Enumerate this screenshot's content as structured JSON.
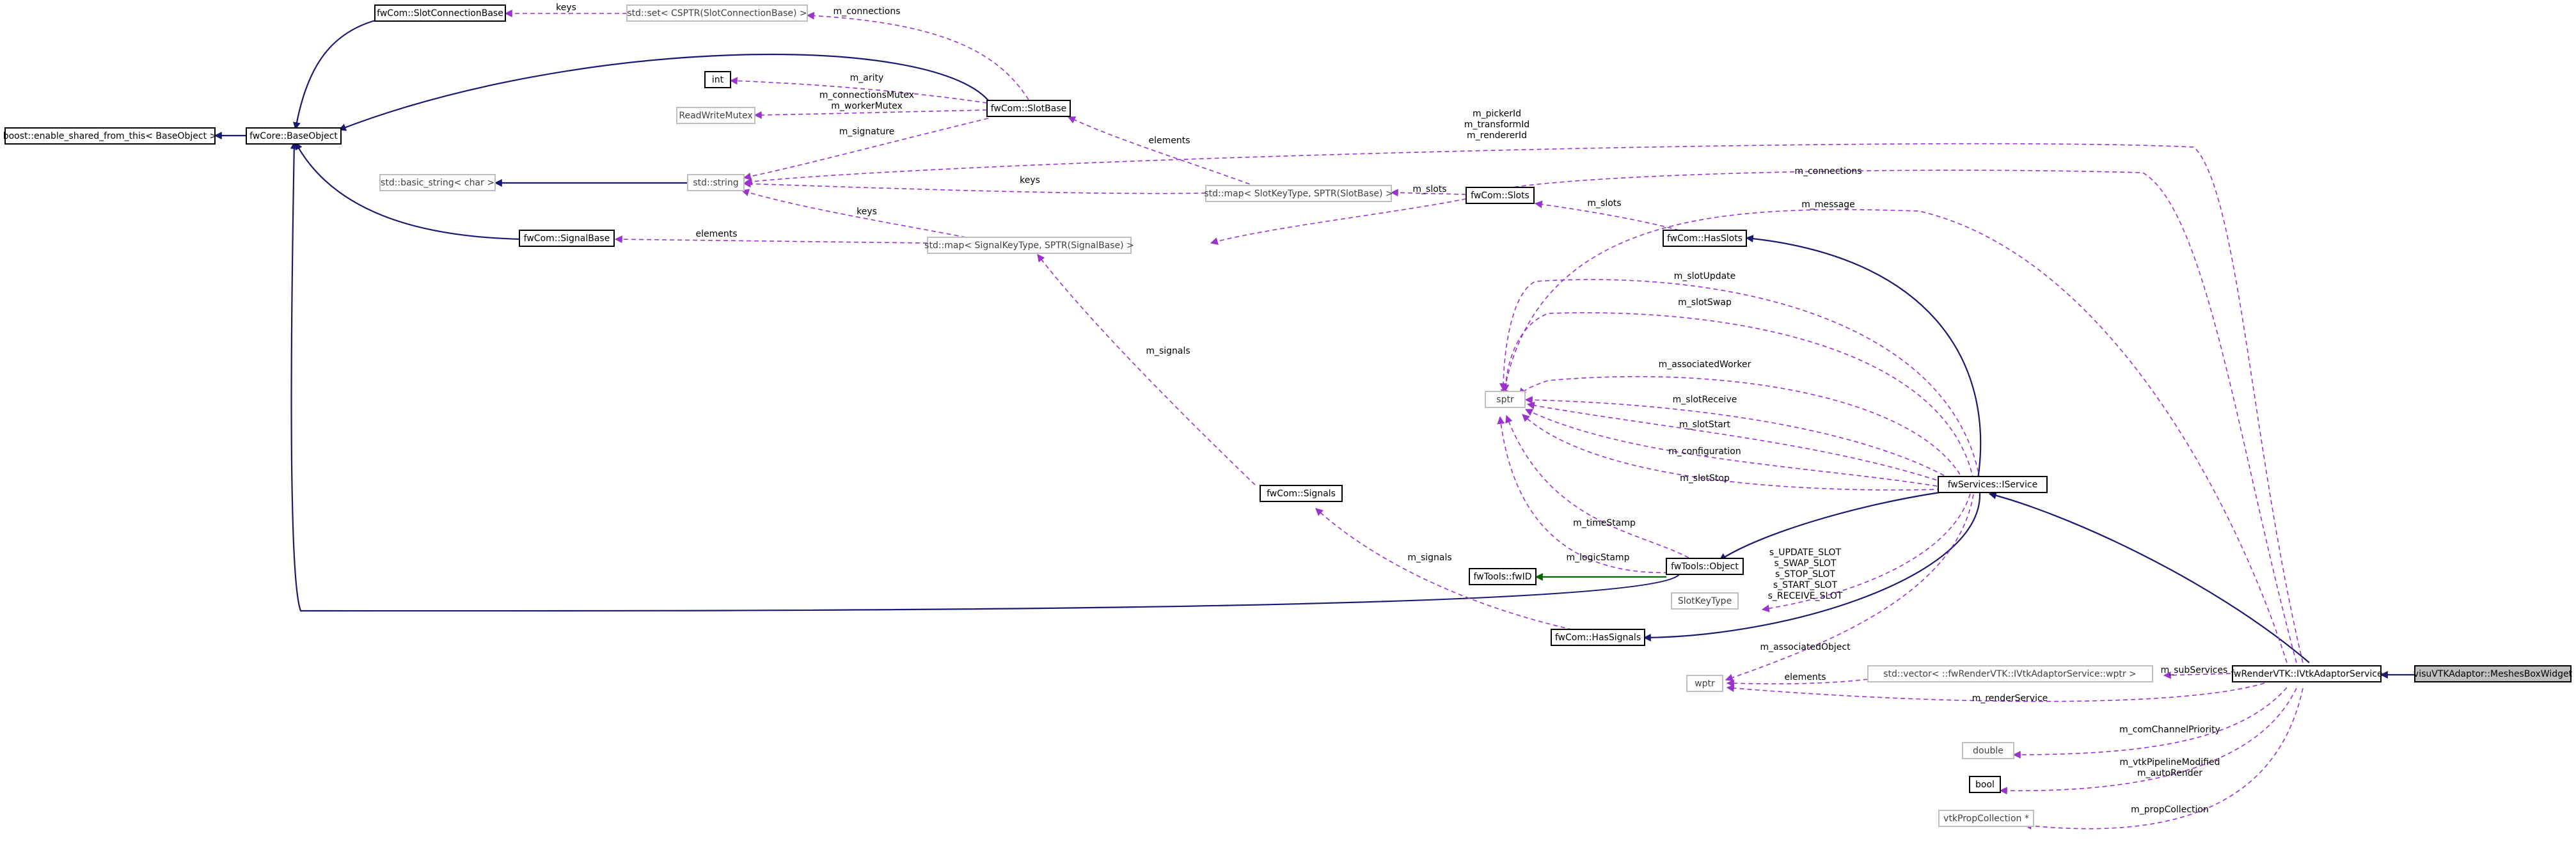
{
  "nodes": {
    "slot_connection_base": "fwCom::SlotConnectionBase",
    "enable_shared": "boost::enable_shared_from_this< BaseObject >",
    "base_object": "fwCore::BaseObject",
    "set_cs": "std::set< CSPTR(SlotConnectionBase) >",
    "int": "int",
    "readwritemutex": "ReadWriteMutex",
    "slot_base": "fwCom::SlotBase",
    "basic_string": "std::basic_string< char >",
    "std_string": "std::string",
    "map_slot": "std::map< SlotKeyType, SPTR(SlotBase) >",
    "slots": "fwCom::Slots",
    "signal_base": "fwCom::SignalBase",
    "map_signal": "std::map< SignalKeyType, SPTR(SignalBase) >",
    "has_slots": "fwCom::HasSlots",
    "sptr": "sptr",
    "signals": "fwCom::Signals",
    "iservice": "fwServices::IService",
    "fwtools_object": "fwTools::Object",
    "fwtools_fwid": "fwTools::fwID",
    "slotkeytype": "SlotKeyType",
    "has_signals": "fwCom::HasSignals",
    "wptr": "wptr",
    "vector_wptr": "std::vector< ::fwRenderVTK::IVtkAdaptorService::wptr >",
    "ivtk": "fwRenderVTK::IVtkAdaptorService",
    "meshes_box": "visuVTKAdaptor::MeshesBoxWidget",
    "double": "double",
    "bool": "bool",
    "vtkprop": "vtkPropCollection *"
  },
  "labels": {
    "keys1": "keys",
    "m_connections1": "m_connections",
    "m_arity": "m_arity",
    "mutex1": "m_connectionsMutex",
    "mutex2": "m_workerMutex",
    "m_signature": "m_signature",
    "elements1": "elements",
    "keys2": "keys",
    "m_slots1": "m_slots",
    "keys3": "keys",
    "elements2": "elements",
    "pick1": "m_pickerId",
    "pick2": "m_transformId",
    "pick3": "m_rendererId",
    "m_connections2": "m_connections",
    "m_message": "m_message",
    "m_slots2": "m_slots",
    "m_slotUpdate": "m_slotUpdate",
    "m_slotSwap": "m_slotSwap",
    "m_signals1": "m_signals",
    "m_associatedWorker": "m_associatedWorker",
    "m_slotReceive": "m_slotReceive",
    "m_slotStart": "m_slotStart",
    "m_configuration": "m_configuration",
    "m_slotStop": "m_slotStop",
    "m_timeStamp": "m_timeStamp",
    "m_logicStamp": "m_logicStamp",
    "m_signals2": "m_signals",
    "s1": "s_UPDATE_SLOT",
    "s2": "s_SWAP_SLOT",
    "s3": "s_STOP_SLOT",
    "s4": "s_START_SLOT",
    "s5": "s_RECEIVE_SLOT",
    "m_associatedObject": "m_associatedObject",
    "elements3": "elements",
    "m_subServices": "m_subServices",
    "m_renderService": "m_renderService",
    "m_comChannelPriority": "m_comChannelPriority",
    "vtk1": "m_vtkPipelineModified",
    "vtk2": "m_autoRender",
    "m_propCollection": "m_propCollection"
  },
  "colors": {
    "inheritance": "#191970",
    "usage": "#9a32cd",
    "private": "#006400",
    "highlight": "#bfbfbf"
  }
}
